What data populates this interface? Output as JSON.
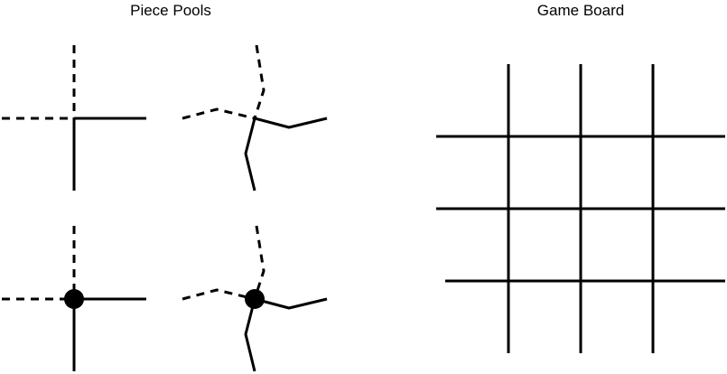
{
  "diagram": {
    "titles": {
      "piece_pools": "Piece Pools",
      "game_board": "Game Board"
    },
    "board": {
      "vertical_lines": 3,
      "horizontal_lines": 3
    },
    "pieces": [
      {
        "name": "straight-corner",
        "node": false
      },
      {
        "name": "curved-corner",
        "node": false
      },
      {
        "name": "straight-corner-with-node",
        "node": true
      },
      {
        "name": "curved-corner-with-node",
        "node": true
      }
    ],
    "colors": {
      "line": "#000000",
      "background": "#ffffff"
    }
  }
}
